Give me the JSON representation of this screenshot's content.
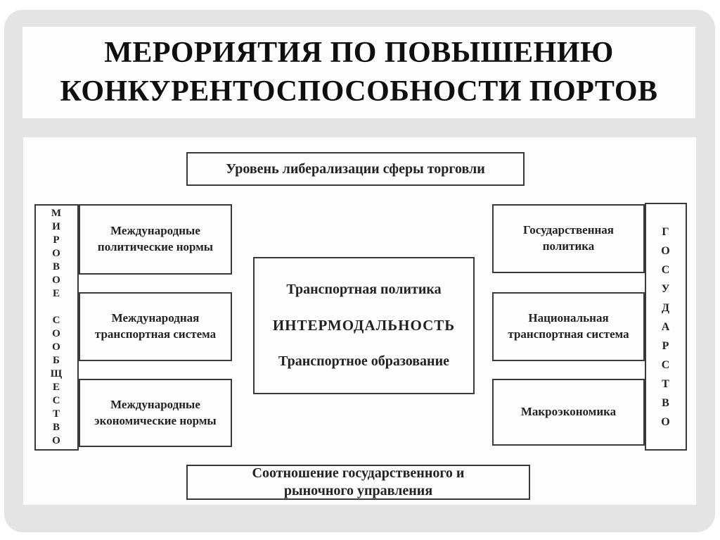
{
  "colors": {
    "frame_bg": "#e4e4e4",
    "panel_bg": "#fdfdfd",
    "box_border": "#3a3a3a",
    "text": "#222222",
    "title_text": "#0f0f0f"
  },
  "title": {
    "text": "МЕРОРИЯТИЯ ПО ПОВЫШЕНИЮ\nКОНКУРЕНТОСПОСОБНОСТИ ПОРТОВ"
  },
  "diagram": {
    "top_box": "Уровень либерализации сферы торговли",
    "left_strip": "М\nИ\nР\nО\nВ\nО\nЕ\n\nС\nО\nО\nБ\nЩ\nЕ\nС\nТ\nВ\nО",
    "right_strip": "Г\nО\nС\nУ\nД\nА\nР\nС\nТ\nВ\nО",
    "left_boxes": [
      "Международные\nполитические нормы",
      "Международная\nтранспортная система",
      "Международные\nэкономические нормы"
    ],
    "center_box": {
      "line1": "Транспортная политика",
      "line2": "ИНТЕРМОДАЛЬНОСТЬ",
      "line3": "Транспортное образование"
    },
    "right_boxes": [
      "Государственная\nполитика",
      "Национальная\nтранспортная система",
      "Макроэкономика"
    ],
    "bottom_box": "Соотношение государственного и\nрыночного управления"
  }
}
